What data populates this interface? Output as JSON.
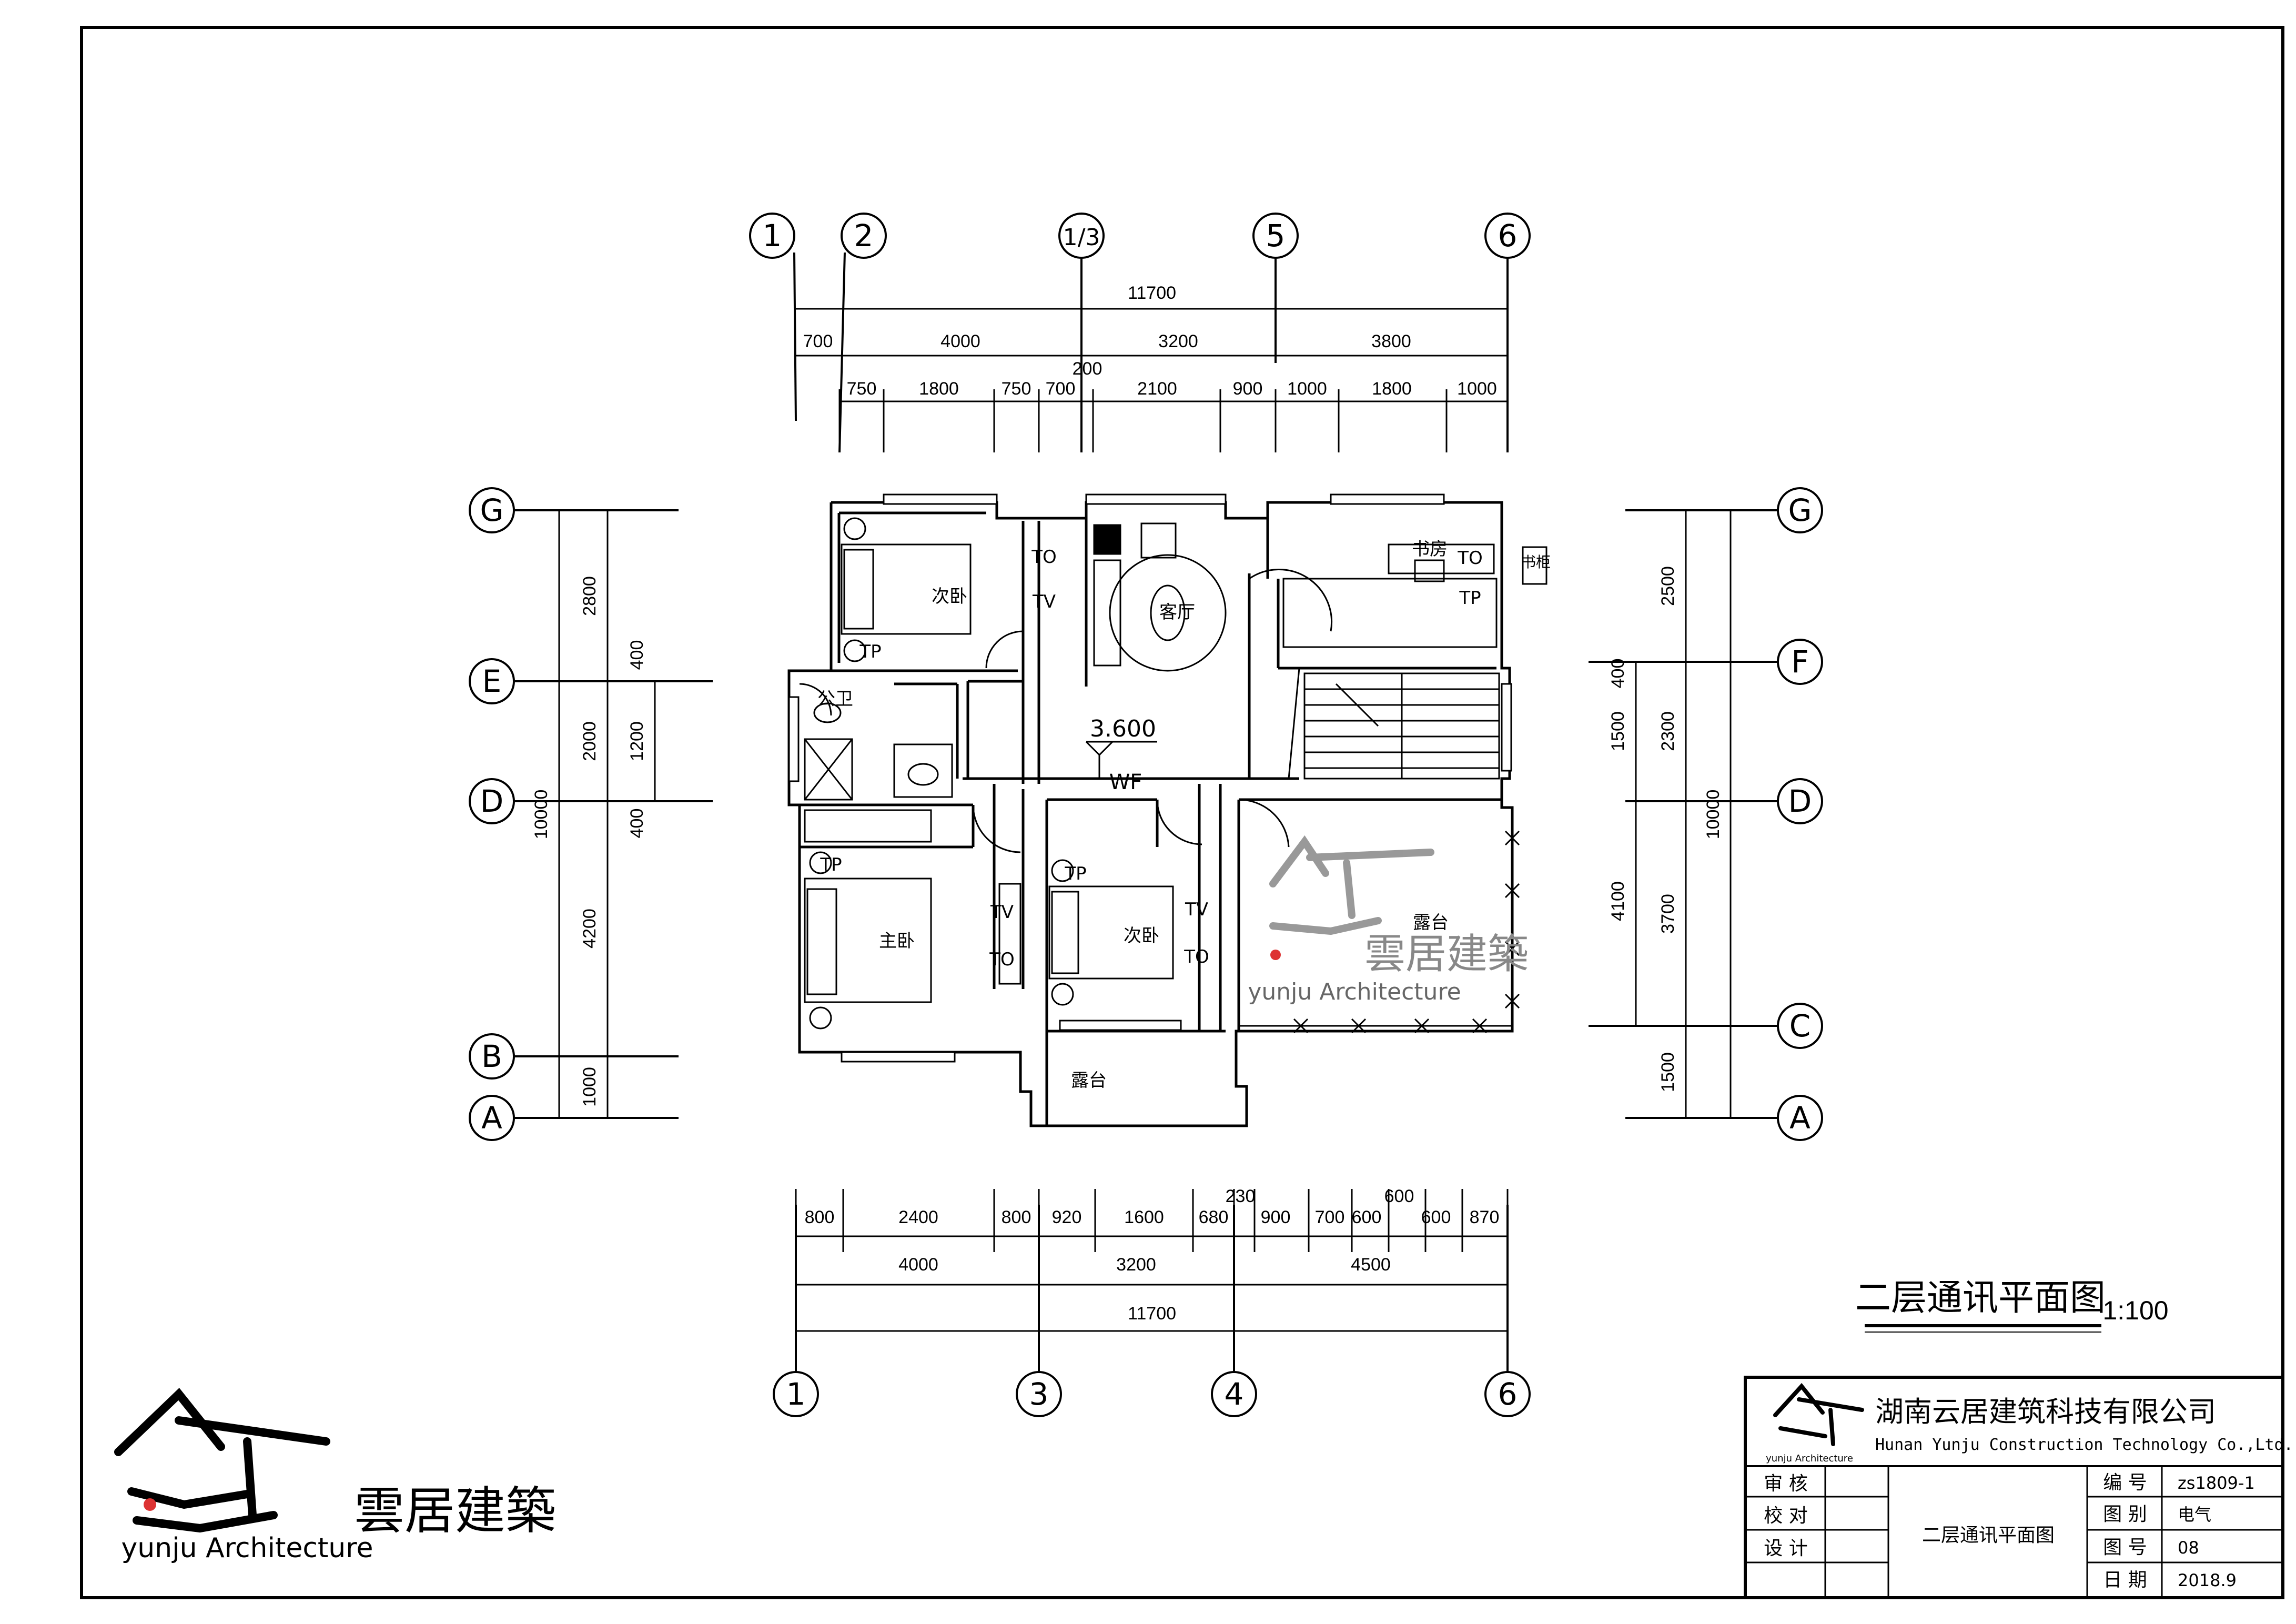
{
  "drawing": {
    "title": "二层通讯平面图",
    "scale": "1:100",
    "axes_top": [
      "1",
      "2",
      "1/3",
      "5",
      "6"
    ],
    "axes_bottom": [
      "1",
      "3",
      "4",
      "6"
    ],
    "axes_left": [
      "G",
      "E",
      "D",
      "B",
      "A"
    ],
    "axes_right": [
      "G",
      "F",
      "D",
      "C",
      "A"
    ],
    "dims_top_total": "11700",
    "dims_top_row2": [
      "700",
      "4000",
      "3200",
      "3800"
    ],
    "dims_top_row3": [
      "750",
      "1800",
      "750",
      "700",
      "200",
      "2100",
      "900",
      "1000",
      "1800",
      "1000"
    ],
    "dims_bottom_row1": [
      "800",
      "2400",
      "800",
      "920",
      "1600",
      "680",
      "230",
      "900",
      "700",
      "600",
      "600",
      "600",
      "870"
    ],
    "dims_bottom_row2": [
      "4000",
      "3200",
      "4500"
    ],
    "dims_bottom_total": "11700",
    "dims_left_outer": "10000",
    "dims_left": [
      "2800",
      "2000",
      "4200",
      "1000"
    ],
    "dims_left_inner": [
      "400",
      "1200",
      "400"
    ],
    "dims_right_outer": "10000",
    "dims_right": [
      "2500",
      "2300",
      "3700",
      "1500"
    ],
    "dims_right_inner": [
      "400",
      "1500",
      "4100"
    ],
    "rooms": {
      "ciwo1": "次卧",
      "keting": "客厅",
      "shufang": "书房",
      "gongwei": "公卫",
      "zhuwo": "主卧",
      "ciwo2": "次卧",
      "lutai1": "露台",
      "lutai2": "露台",
      "shugui": "书柜"
    },
    "outlet_labels": {
      "to": "TO",
      "tv": "TV",
      "tp": "TP"
    },
    "elevation": "3.600",
    "wf": "WF"
  },
  "logo": {
    "text_cn": "雲居建築",
    "text_en": "yunju Architecture",
    "small_en": "yunju Architecture"
  },
  "title_block": {
    "company_cn": "湖南云居建筑科技有限公司",
    "company_en": "Hunan Yunju Construction Technology Co.,Ltd.",
    "left_labels": [
      "审 核",
      "校 对",
      "设 计"
    ],
    "drawing_name": "二层通讯平面图",
    "field_labels": [
      "编 号",
      "图 别",
      "图 号",
      "日 期"
    ],
    "field_values": [
      "zs1809-1",
      "电气",
      "08",
      "2018.9"
    ]
  }
}
